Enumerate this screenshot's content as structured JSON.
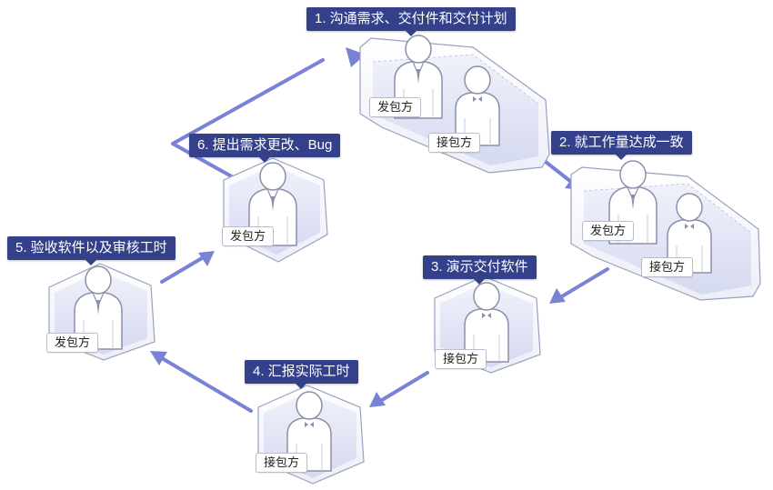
{
  "steps": {
    "s1": "1. 沟通需求、交付件和交付计划",
    "s2": "2. 就工作量达成一致",
    "s3": "3. 演示交付软件",
    "s4": "4. 汇报实际工时",
    "s5": "5. 验收软件以及审核工时",
    "s6": "6. 提出需求更改、Bug"
  },
  "roles": {
    "client": "发包方",
    "contractor": "接包方"
  },
  "colors": {
    "label_bg": "#34408a",
    "arrow": "#7a82d6",
    "room_floor": "#d9dcf2"
  },
  "icons": [
    "person-client-icon",
    "person-contractor-icon",
    "arrow-icon"
  ]
}
